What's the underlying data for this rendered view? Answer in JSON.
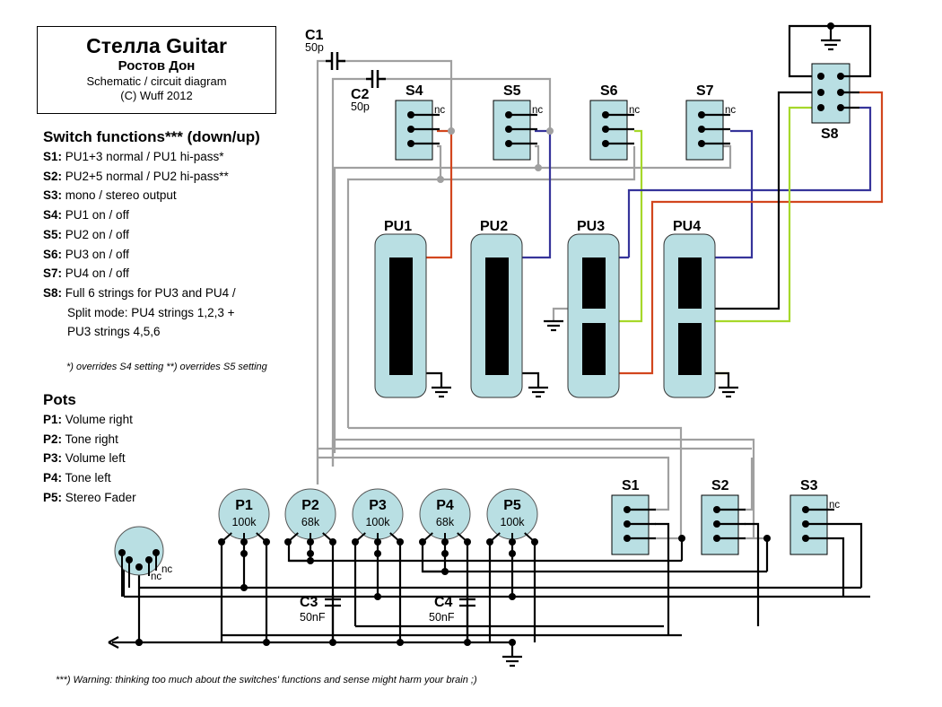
{
  "title": {
    "main": "Стелла Guitar",
    "subtitle": "Ростов Дон",
    "description": "Schematic / circuit diagram",
    "copyright": "(C) Wuff 2012"
  },
  "switch_legend": {
    "heading": "Switch functions*** (down/up)",
    "items": [
      {
        "key": "S1:",
        "text": "PU1+3 normal / PU1 hi-pass*"
      },
      {
        "key": "S2:",
        "text": "PU2+5 normal / PU2 hi-pass**"
      },
      {
        "key": "S3:",
        "text": "mono / stereo output"
      },
      {
        "key": "S4:",
        "text": "PU1 on / off"
      },
      {
        "key": "S5:",
        "text": "PU2 on / off"
      },
      {
        "key": "S6:",
        "text": "PU3 on / off"
      },
      {
        "key": "S7:",
        "text": "PU4 on / off"
      },
      {
        "key": "S8:",
        "text": "Full 6 strings for PU3 and PU4 /"
      }
    ],
    "continuation": [
      "Split mode: PU4 strings 1,2,3 +",
      "PU3 strings 4,5,6"
    ],
    "footnote": "*) overrides S4 setting  **) overrides S5 setting"
  },
  "pots_legend": {
    "heading": "Pots",
    "items": [
      {
        "key": "P1:",
        "text": "Volume right"
      },
      {
        "key": "P2:",
        "text": "Tone right"
      },
      {
        "key": "P3:",
        "text": "Volume left"
      },
      {
        "key": "P4:",
        "text": "Tone left"
      },
      {
        "key": "P5:",
        "text": "Stereo Fader"
      }
    ]
  },
  "capacitors": {
    "C1": {
      "name": "C1",
      "value": "50p"
    },
    "C2": {
      "name": "C2",
      "value": "50p"
    },
    "C3": {
      "name": "C3",
      "value": "50nF"
    },
    "C4": {
      "name": "C4",
      "value": "50nF"
    }
  },
  "switches": {
    "S1": "S1",
    "S2": "S2",
    "S3": "S3",
    "S4": "S4",
    "S5": "S5",
    "S6": "S6",
    "S7": "S7",
    "S8": "S8"
  },
  "pickups": [
    "PU1",
    "PU2",
    "PU3",
    "PU4"
  ],
  "pots": [
    {
      "name": "P1",
      "value": "100k"
    },
    {
      "name": "P2",
      "value": "68k"
    },
    {
      "name": "P3",
      "value": "100k"
    },
    {
      "name": "P4",
      "value": "68k"
    },
    {
      "name": "P5",
      "value": "100k"
    }
  ],
  "nc_label": "nc",
  "warning": "***) Warning: thinking too much about the switches' functions and sense might harm your brain ;)",
  "colors": {
    "component_fill": "#b9dfe3",
    "wire_black": "#000000",
    "wire_grey": "#a0a0a0",
    "wire_red": "#d2461e",
    "wire_blue": "#36349a",
    "wire_green": "#a6d82a",
    "wire_yellow": "#f2f020"
  }
}
